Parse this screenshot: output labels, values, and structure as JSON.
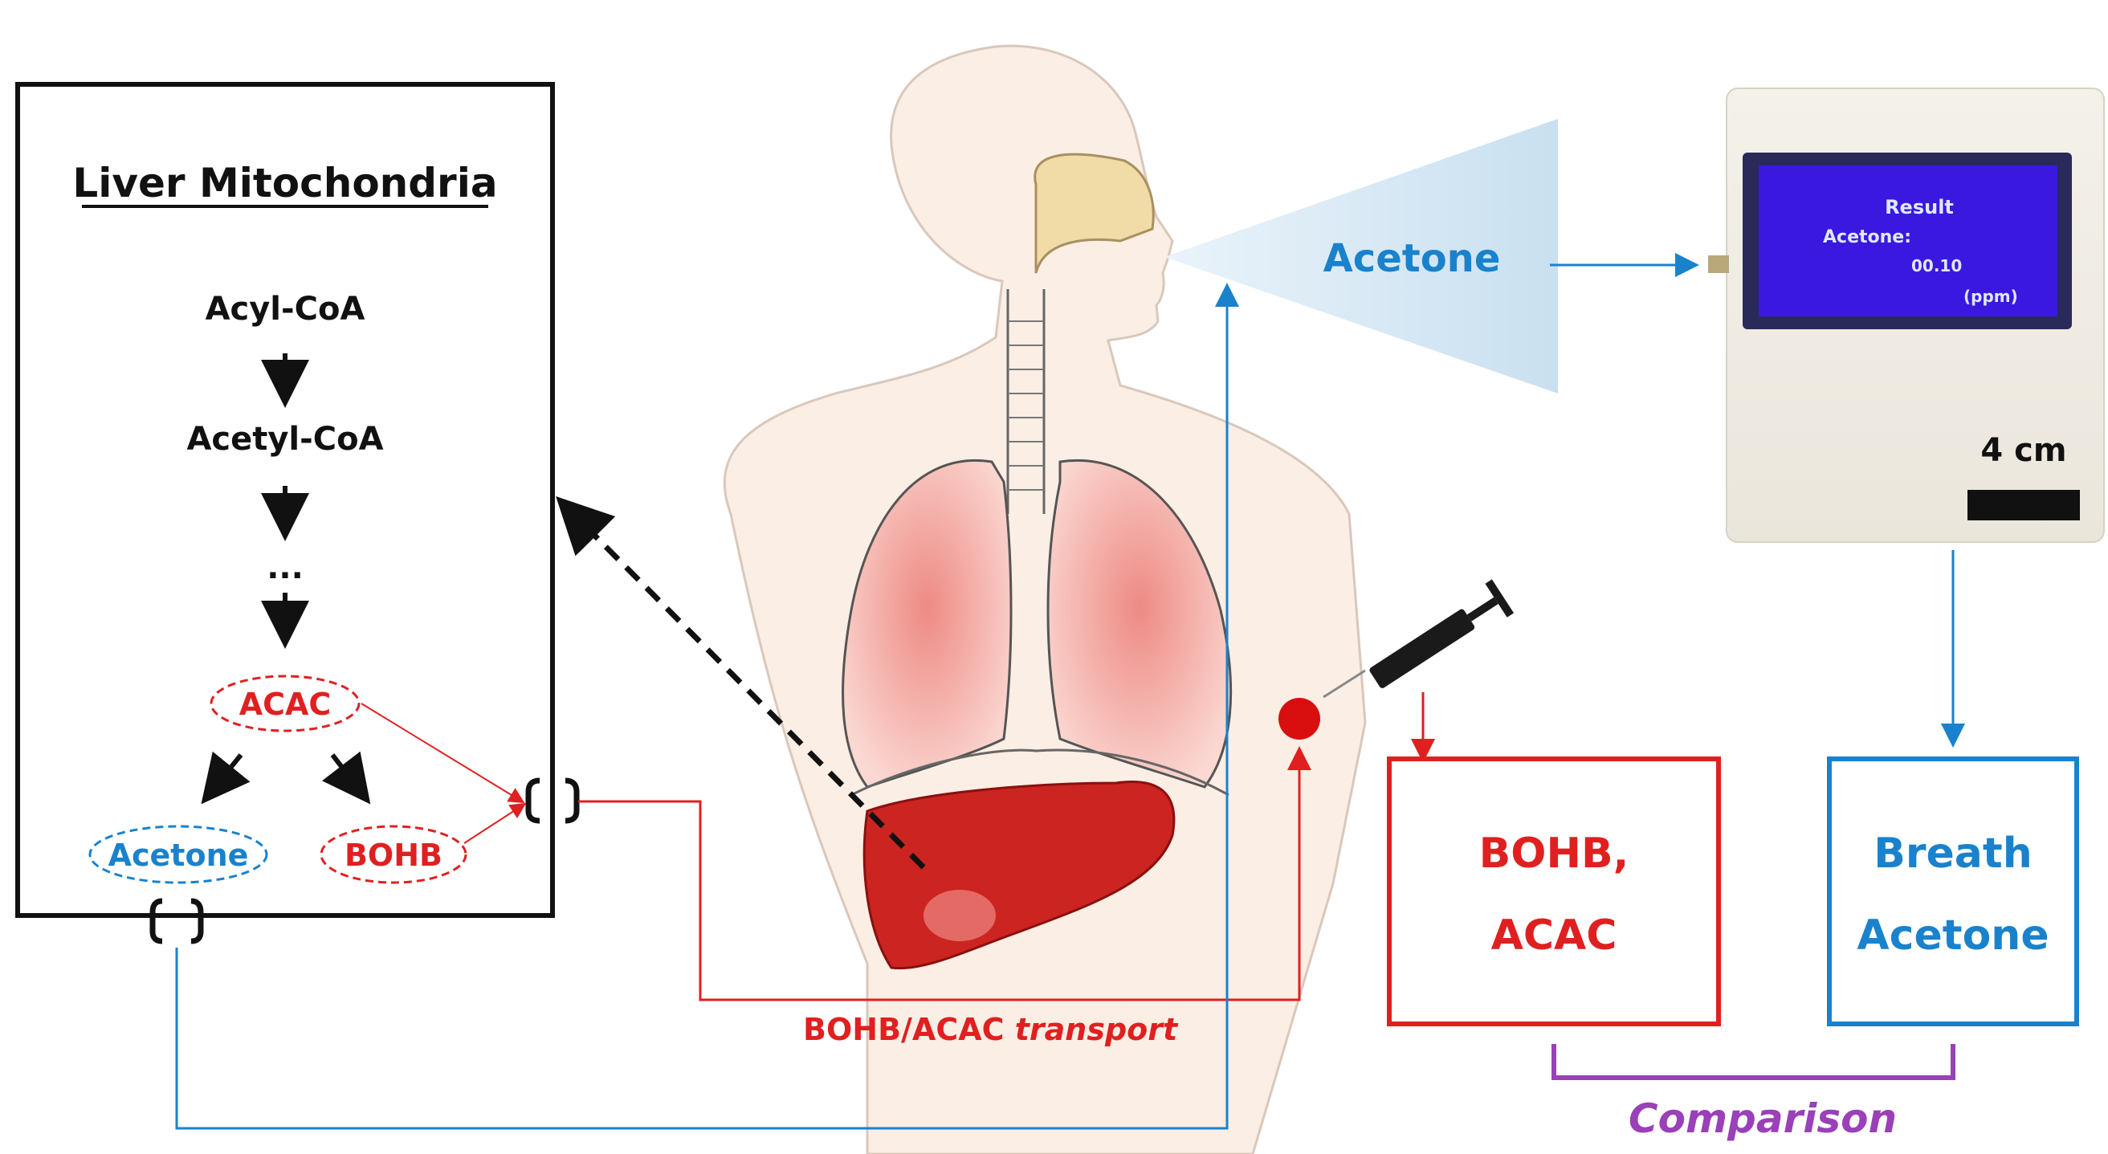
{
  "liver_panel": {
    "title": "Liver Mitochondria",
    "steps": [
      "Acyl-CoA",
      "Acetyl-CoA",
      "...",
      "ACAC"
    ],
    "products": {
      "acetone": "Acetone",
      "bohb": "BOHB"
    }
  },
  "breath": {
    "label": "Acetone"
  },
  "device": {
    "screen_title": "Result",
    "screen_label": "Acetone:",
    "screen_value": "00.10",
    "screen_unit": "(ppm)",
    "scale_label": "4 cm"
  },
  "blood_box": {
    "line1": "BOHB,",
    "line2": "ACAC"
  },
  "breath_box": {
    "line1": "Breath",
    "line2": "Acetone"
  },
  "transport": {
    "text": "BOHB/ACAC",
    "text_italic": "transport"
  },
  "comparison": {
    "label": "Comparison"
  },
  "colors": {
    "red": "#e02020",
    "blue": "#1a82cc",
    "purple": "#9a40b8",
    "black": "#111111",
    "screen": "#3a18e0"
  }
}
